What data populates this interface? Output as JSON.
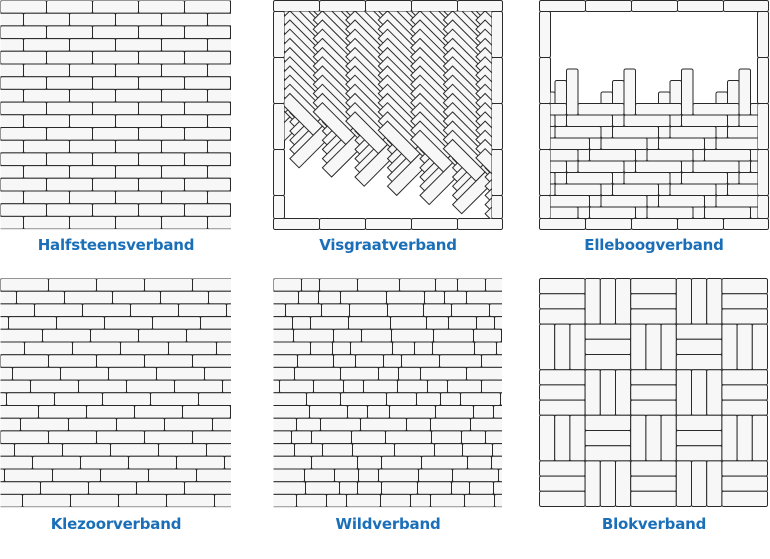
{
  "patterns": [
    {
      "id": "halfsteens",
      "name": "Halfsteensverband"
    },
    {
      "id": "visgraat",
      "name": "Visgraatverband"
    },
    {
      "id": "elleboog",
      "name": "Elleboogverband"
    },
    {
      "id": "klezoor",
      "name": "Klezoorverband"
    },
    {
      "id": "wild",
      "name": "Wildverband"
    },
    {
      "id": "blok",
      "name": "Blokverband"
    }
  ],
  "colors": {
    "brick_fill": "#f7f7f7",
    "brick_stroke": "#2a2a2a",
    "label": "#1b6fb8"
  }
}
